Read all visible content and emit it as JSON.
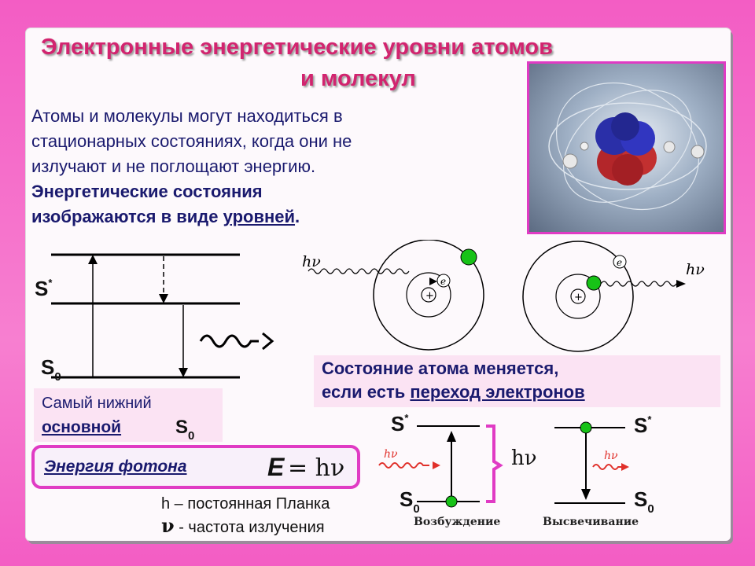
{
  "title": {
    "line1": "Электронные энергетические уровни  атомов",
    "line2": "и молекул"
  },
  "intro": {
    "line1": "Атомы и молекулы могут находиться в",
    "line2": "стационарных состояниях, когда они не",
    "line3": "излучают и не поглощают  энергию."
  },
  "levels_note": {
    "line1": "Энергетические состояния",
    "line2_prefix": "изображаются в виде ",
    "line2_link": "уровней",
    "line2_suffix": "."
  },
  "diagram_left": {
    "s_star": "S",
    "s_star_sup": "*",
    "s0": "S",
    "s0_sub": "0"
  },
  "lowest_box": {
    "line1": "Самый нижний",
    "line2": "основной",
    "s": "S",
    "s_sub": "0"
  },
  "photon": {
    "label": "Энергия фотона",
    "E": "E",
    "eq": "= hν"
  },
  "planck": {
    "h_line": "h – постоянная Планка",
    "nu_symbol": "ν",
    "nu_text": " - частота излучения"
  },
  "atom_labels": {
    "hv_in": "hν",
    "hv_out": "hν",
    "e": "e",
    "nucleus1": "+",
    "nucleus2": "+"
  },
  "transition_box": {
    "line1": "Состояние атома меняется,",
    "line2_prefix": "если есть ",
    "line2_link": "переход электронов"
  },
  "excitation": {
    "s_star": "S",
    "s_star_sup": "*",
    "s0": "S",
    "s0_sub": "0",
    "hv_in": "hν",
    "hv_brace": "hν",
    "caption": "Возбуждение"
  },
  "emission": {
    "s_star": "S",
    "s_star_sup": "*",
    "s0": "S",
    "s0_sub": "0",
    "hv_out": "hν",
    "caption": "Высвечивание"
  },
  "colors": {
    "title": "#d2246f",
    "text": "#1a1a6e",
    "box": "#fbe3f3",
    "border": "#e03bc4",
    "electron": "#17c217"
  }
}
